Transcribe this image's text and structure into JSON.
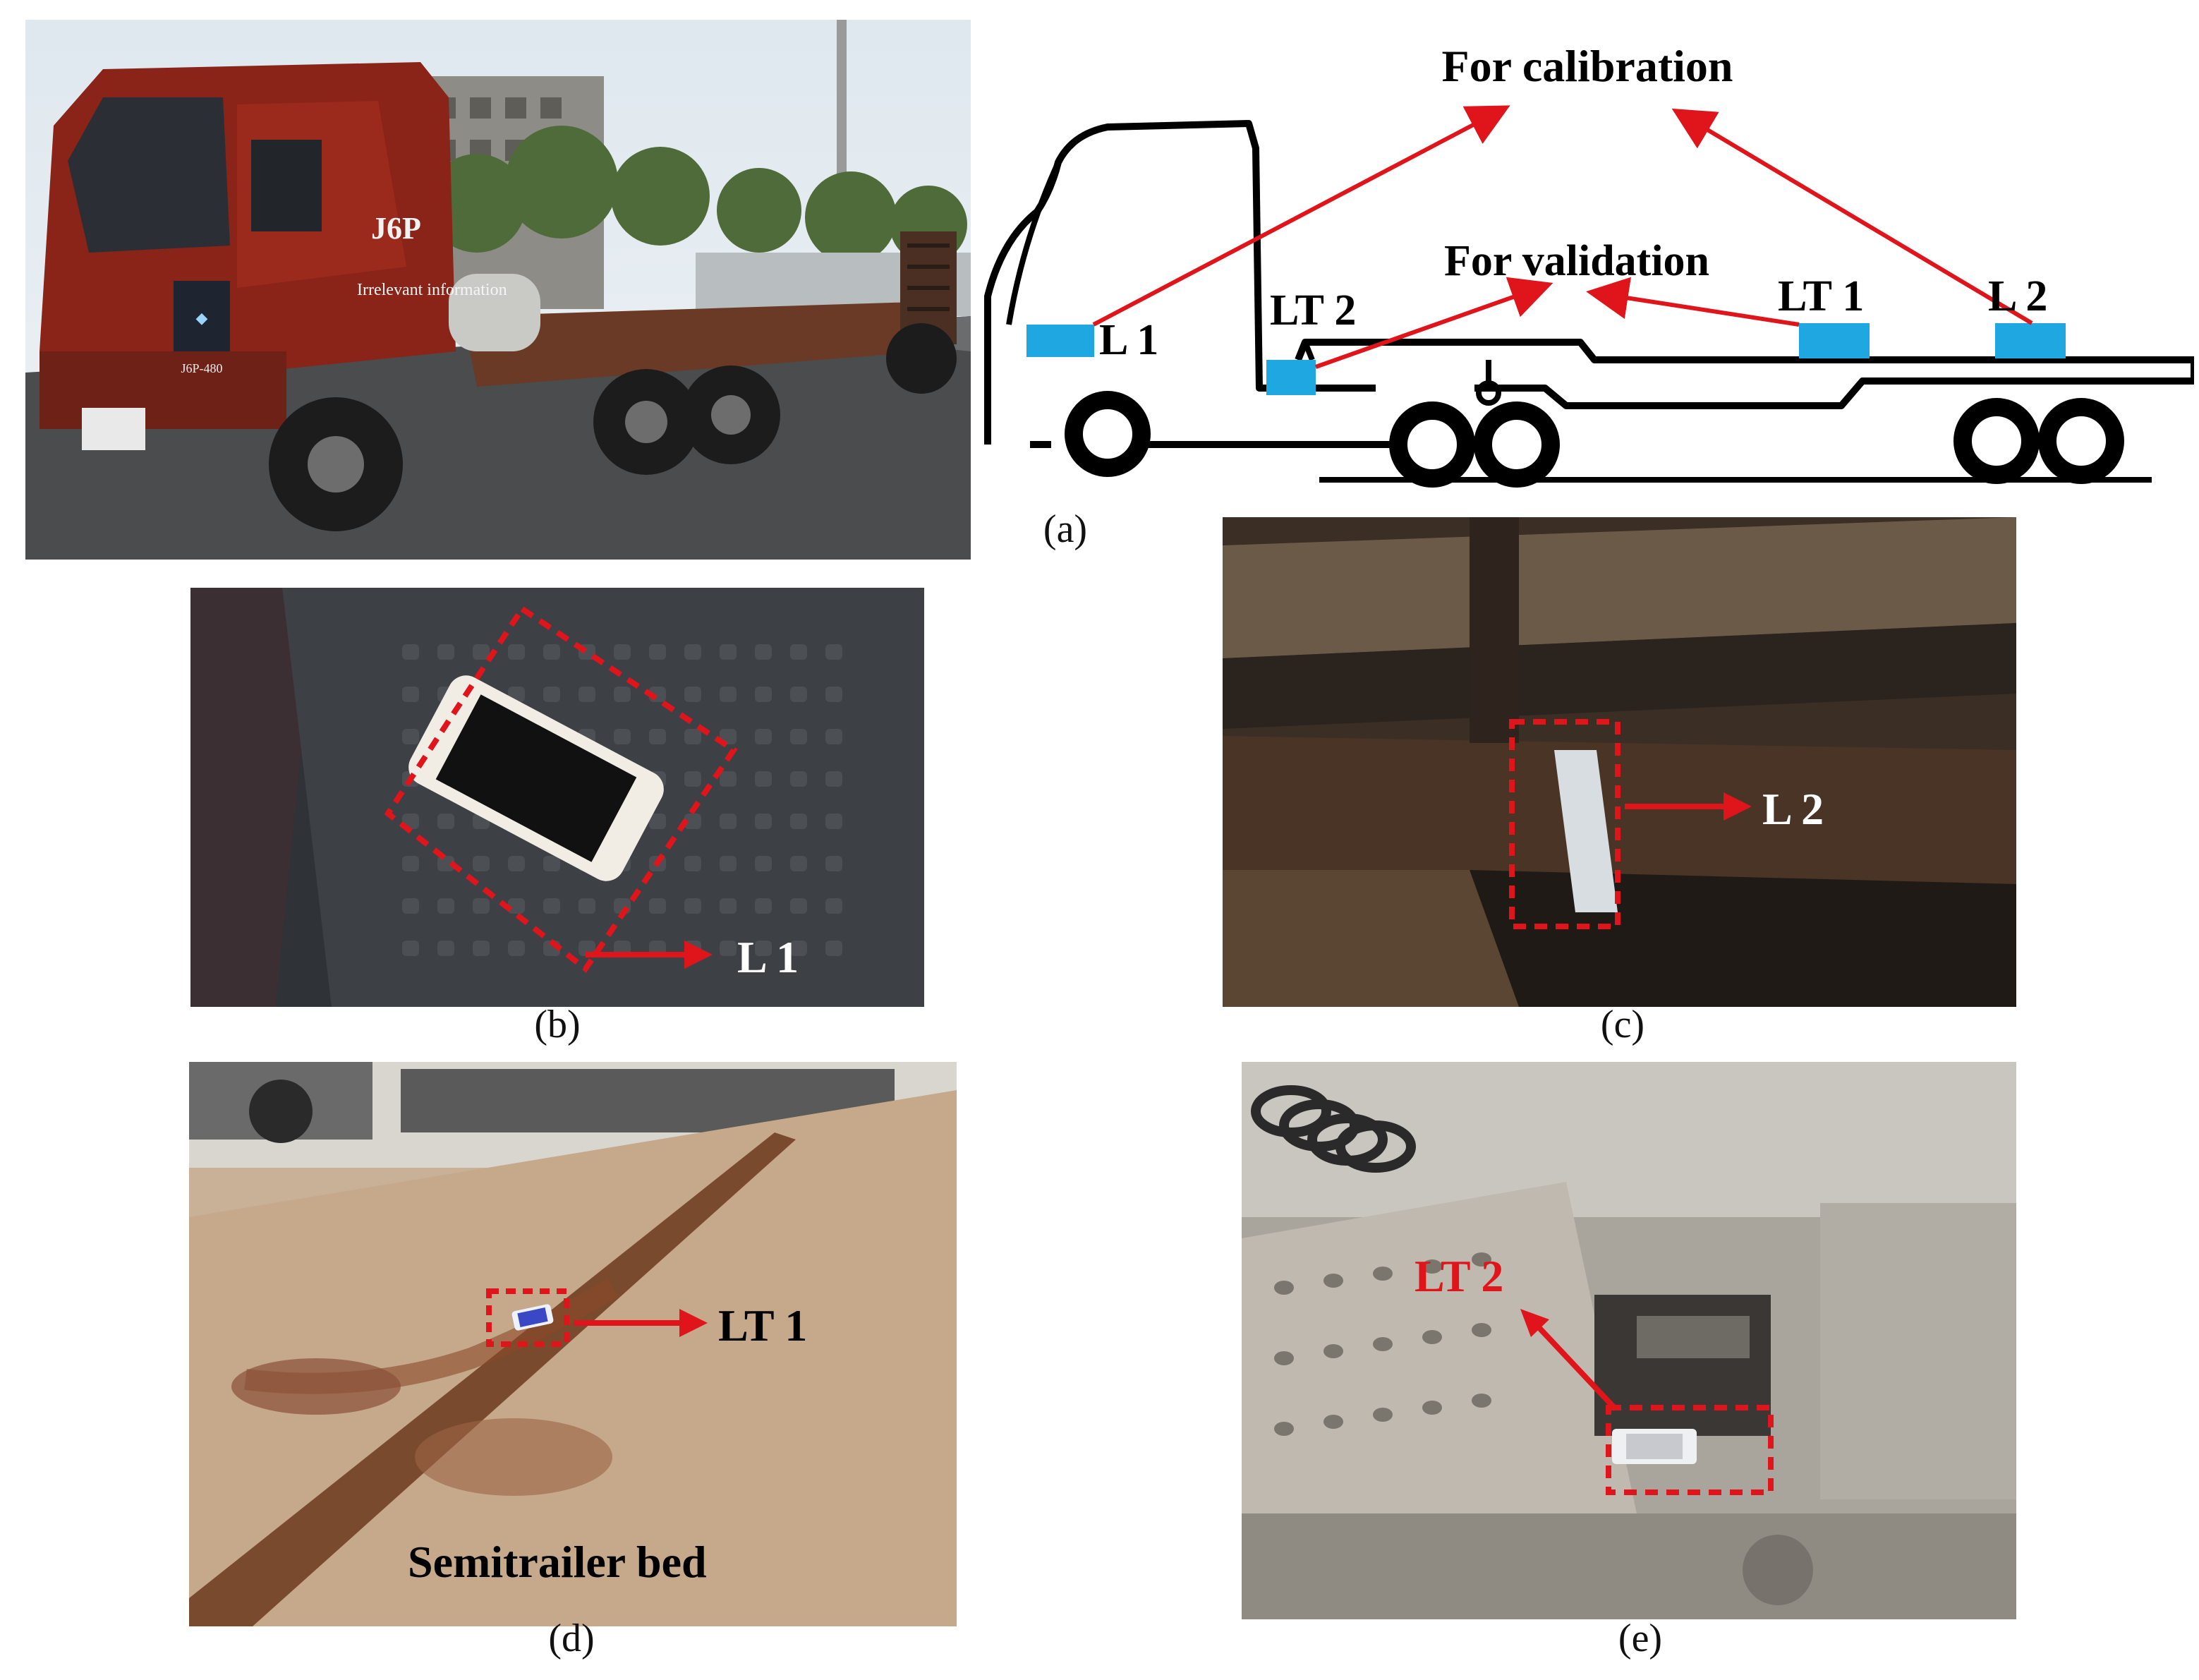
{
  "figure": {
    "panel_a": {
      "caption": "(a)",
      "calibration_label": "For calibration",
      "validation_label": "For validation",
      "sensor_labels": {
        "l1": "L 1",
        "l2": "L 2",
        "lt1": "LT 1",
        "lt2": "LT 2"
      },
      "photo_labels": {
        "cab_brand": "J6P",
        "door_sticker": "Irrelevant information",
        "model": "J6P-480"
      }
    },
    "panel_b": {
      "caption": "(b)",
      "label": "L 1"
    },
    "panel_c": {
      "caption": "(c)",
      "label": "L 2"
    },
    "panel_d": {
      "caption": "(d)",
      "label": "LT 1",
      "bed_label": "Semitrailer bed"
    },
    "panel_e": {
      "caption": "(e)",
      "label": "LT 2"
    }
  },
  "colors": {
    "arrow": "#e0151b",
    "sensor_block": "#1ea7e1",
    "highlight_box": "#e0151b"
  }
}
